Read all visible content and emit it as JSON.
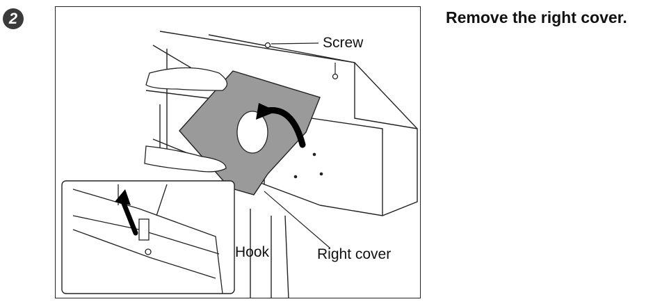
{
  "step": {
    "number": "2"
  },
  "figure": {
    "labels": {
      "screw": "Screw",
      "hook": "Hook",
      "right_cover": "Right cover"
    }
  },
  "instruction": {
    "text": "Remove the right cover."
  }
}
